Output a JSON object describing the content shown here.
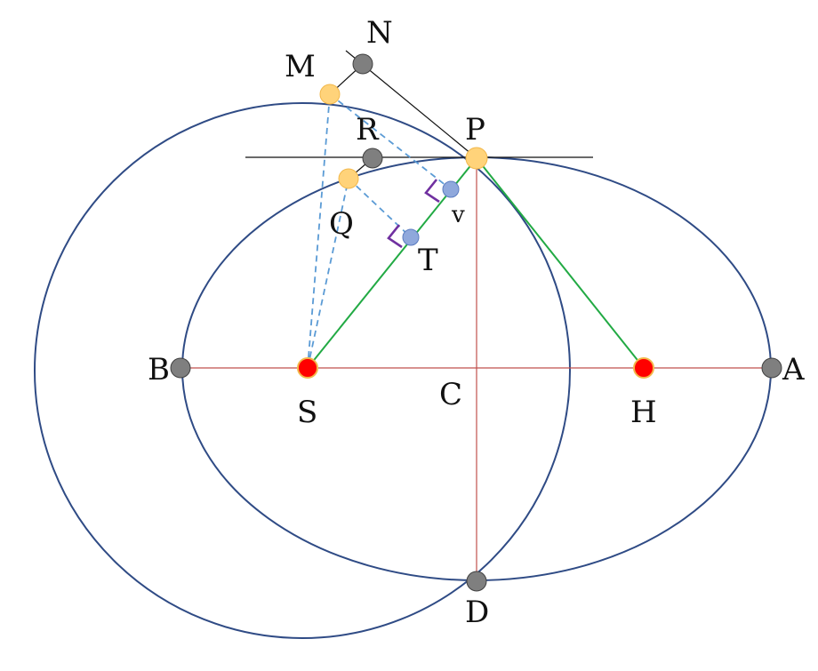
{
  "labels": {
    "N": "N",
    "M": "M",
    "R": "R",
    "P": "P",
    "Q": "Q",
    "v": "v",
    "T": "T",
    "B": "B",
    "S": "S",
    "C": "C",
    "H": "H",
    "A": "A",
    "D": "D"
  },
  "colors": {
    "curve": "#2f4b85",
    "axis": "#c0504d",
    "focal_line": "#22aa44",
    "dashed": "#5b9bd5",
    "tangent": "#111111",
    "right_angle": "#7030a0",
    "point_gray": "#7f7f7f",
    "point_yellow": "#ffd37a",
    "point_blue": "#8fa8dc",
    "point_red": "#ff0000"
  }
}
